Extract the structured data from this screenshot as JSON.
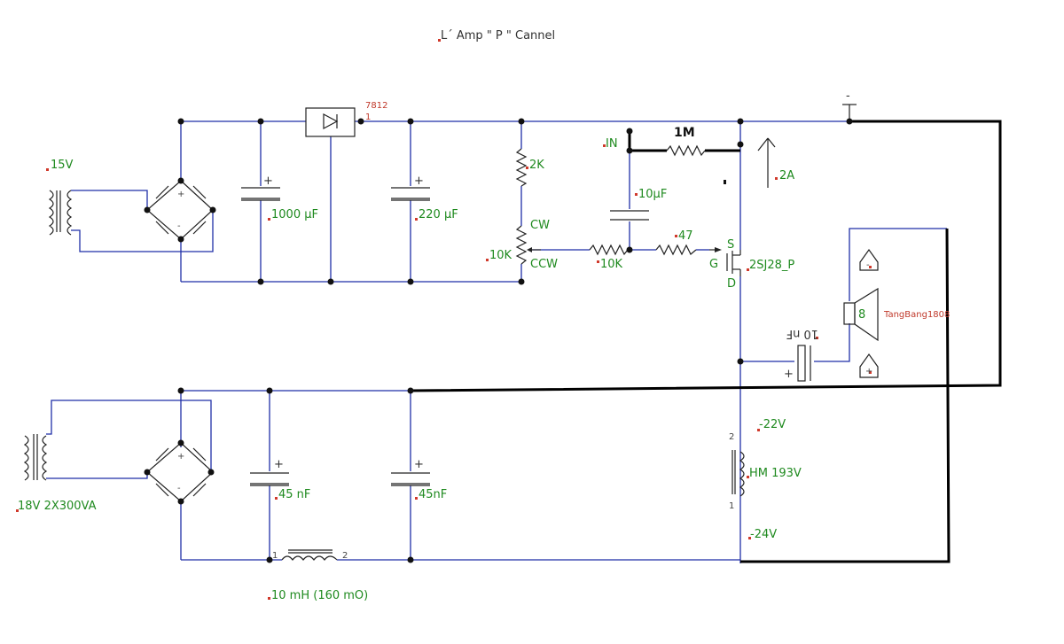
{
  "title": "L´ Amp \" P \" Cannel",
  "regulator": {
    "name": "7812",
    "pin": "1"
  },
  "top_supply": {
    "transformer_label": "15V",
    "cap1": "1000 µF",
    "cap2": "220 µF"
  },
  "bottom_supply": {
    "transformer_label": "18V 2X300VA",
    "cap1": "45 nF",
    "cap2": "45nF",
    "inductor": "10 mH (160 mO)",
    "inductor_pin1": "1",
    "inductor_pin2": "2"
  },
  "bias": {
    "r_top": "2K",
    "pot": "10K",
    "pot_cw": "CW",
    "pot_ccw": "CCW",
    "r_series": "10K",
    "r_gate": "47"
  },
  "input": {
    "label": "IN",
    "cap": "10µF",
    "feedback": "1M"
  },
  "mosfet": {
    "name": "2SJ28_P",
    "pin_s": "S",
    "pin_g": "G",
    "pin_d": "D"
  },
  "output": {
    "cap": "10 nF",
    "speaker": "TangBang1808",
    "speaker_imp": "8",
    "probe_minus": "-",
    "probe_plus": "+"
  },
  "ammeter": "2A",
  "choke": {
    "name": "HM 193V",
    "v_top": "-22V",
    "v_bottom": "-24V",
    "pin_top": "2",
    "pin_bottom": "1"
  },
  "ground_symbol": "-"
}
